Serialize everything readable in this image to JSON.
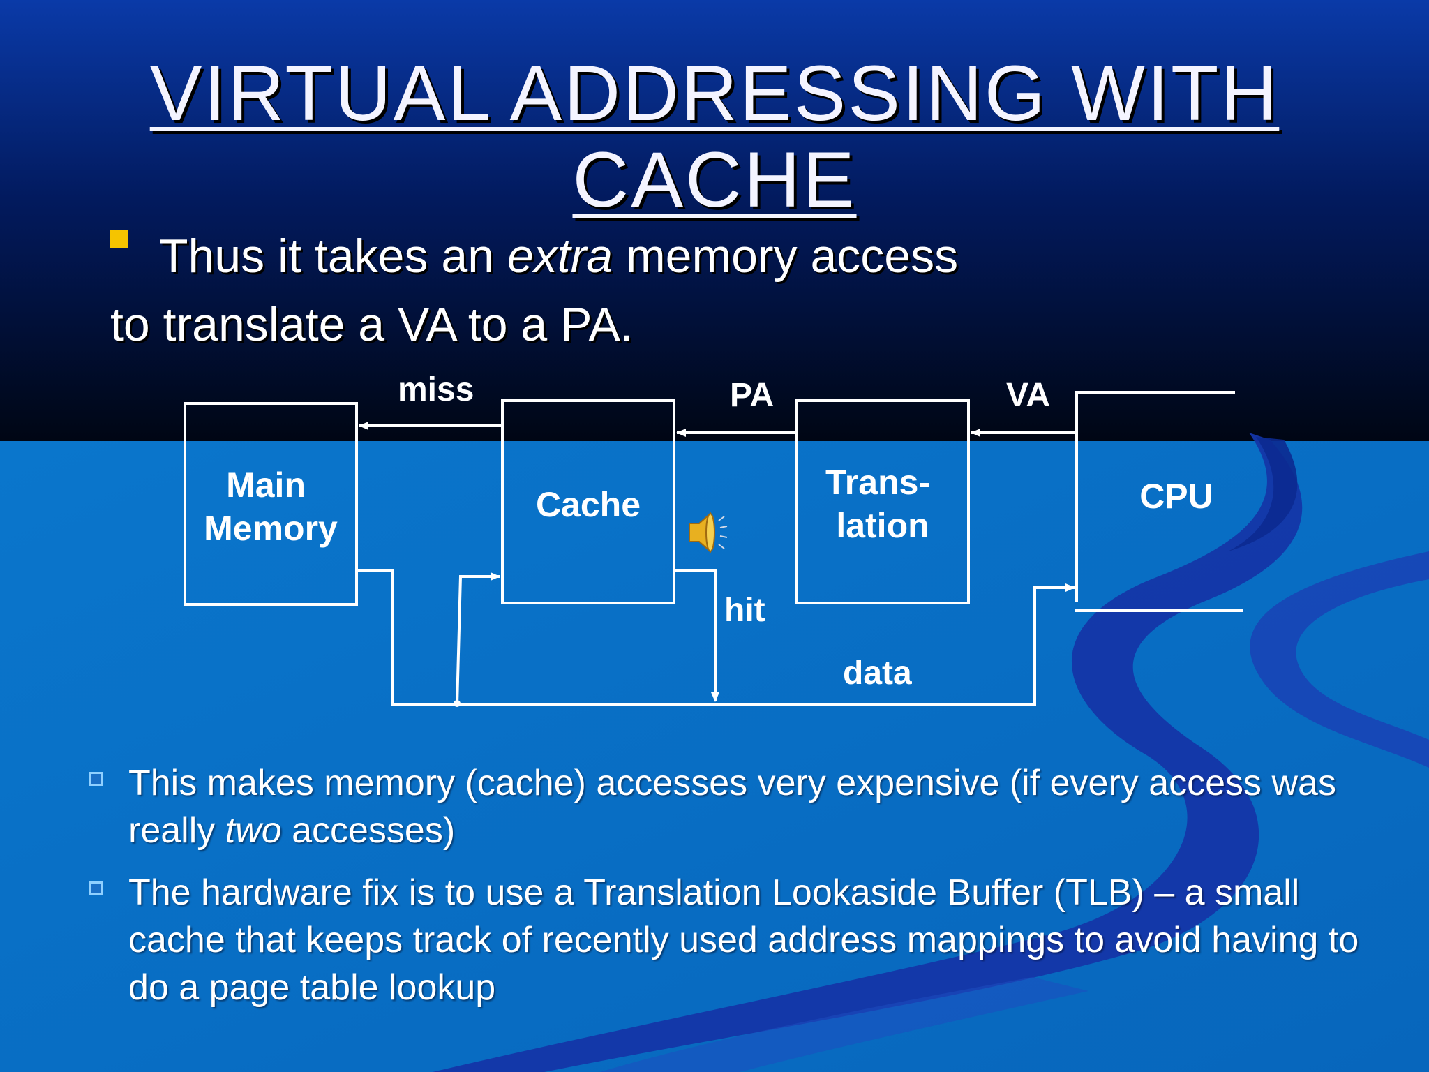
{
  "slide": {
    "title": "VIRTUAL ADDRESSING WITH CACHE",
    "bullet_main": {
      "part1": "Thus it takes an ",
      "emphasis": "extra",
      "part2": " memory access",
      "line2": "to translate a VA to a PA."
    },
    "sub_bullets": [
      {
        "part1": "This makes memory (cache) accesses very expensive (if every access was really ",
        "emphasis": "two",
        "part2": " accesses)"
      },
      {
        "text": "The hardware fix is to use a Translation Lookaside Buffer (TLB) – a small cache that keeps track of recently used address mappings to avoid having to do a page table lookup"
      }
    ]
  },
  "diagram": {
    "boxes": {
      "main_memory": [
        "Main",
        "Memory"
      ],
      "cache": "Cache",
      "translation": [
        "Trans-",
        "lation"
      ],
      "cpu": "CPU"
    },
    "arrows": {
      "miss": "miss",
      "pa": "PA",
      "va": "VA",
      "hit": "hit",
      "data": "data"
    }
  },
  "colors": {
    "background_top": "#000a2a",
    "background_bottom": "#0a73c8",
    "swirl": "#1536a8",
    "bullet_square": "#f5c400",
    "text": "#ffffff"
  },
  "icons": [
    "speaker-icon"
  ]
}
